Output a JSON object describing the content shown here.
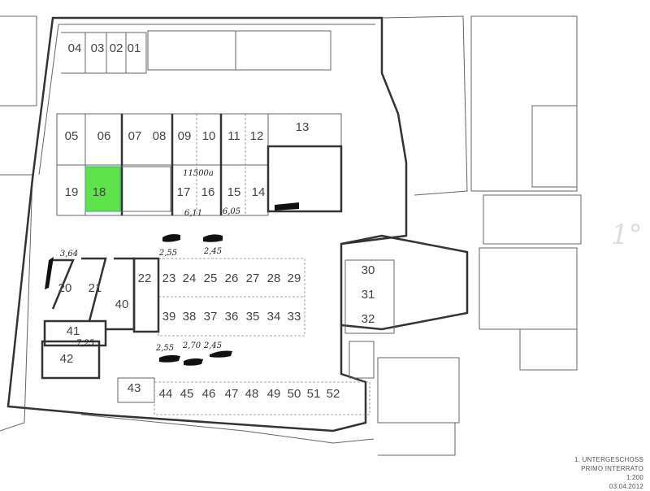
{
  "plan": {
    "title_line1": "1. UNTERGESCHOSS",
    "title_line2": "PRIMO INTERRATO",
    "scale": "1:200",
    "date": "03.04.2012",
    "highlight_color": "#5ee34a",
    "highlighted_space": "18",
    "margin_note": "1°"
  },
  "spaces": [
    "01",
    "02",
    "03",
    "04",
    "05",
    "06",
    "07",
    "08",
    "09",
    "10",
    "11",
    "12",
    "13",
    "14",
    "15",
    "16",
    "17",
    "18",
    "19",
    "20",
    "21",
    "22",
    "23",
    "24",
    "25",
    "26",
    "27",
    "28",
    "29",
    "30",
    "31",
    "32",
    "33",
    "34",
    "35",
    "36",
    "37",
    "38",
    "39",
    "40",
    "41",
    "42",
    "43",
    "44",
    "45",
    "46",
    "47",
    "48",
    "49",
    "50",
    "51",
    "52"
  ],
  "annotations": {
    "a1": "3,64",
    "a2": "2,55",
    "a3": "2,45",
    "a4": "2,55",
    "a5": "2,70",
    "a6": "2,45",
    "a7": "7,25",
    "a8": "11500a",
    "a9": "6,11",
    "a10": "6,05"
  }
}
